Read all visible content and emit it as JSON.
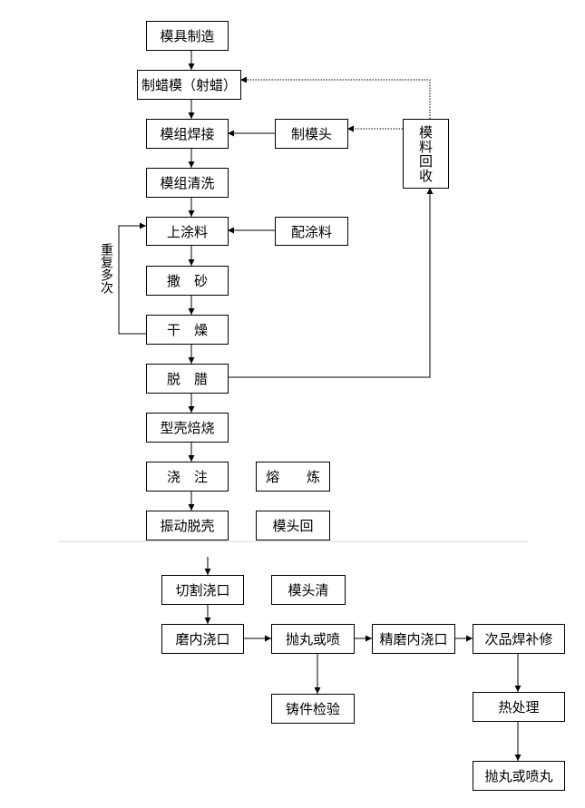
{
  "diagram": {
    "type": "process-flowchart",
    "colors": {
      "line": "#000000",
      "divider": "#d9d9d9",
      "box_border": "#000000",
      "background": "#ffffff"
    },
    "nodes": {
      "mold_making": "模具制造",
      "wax_pattern": "制蜡模（射蜡）",
      "cluster_welding": "模组焊接",
      "head_making": "制模头",
      "material_recycle": "模料回收",
      "cluster_cleaning": "模组清洗",
      "coating": "上涂料",
      "slurry_prep": "配涂料",
      "sanding": "撒　砂",
      "drying": "干　燥",
      "dewaxing": "脱　腊",
      "shell_firing": "型壳焙烧",
      "pouring": "浇　注",
      "melting": "熔　　炼",
      "shakeout": "振动脱壳",
      "head_return": "模头回",
      "gate_cutting": "切割浇口",
      "head_cleaning": "模头清",
      "inner_gate_grinding": "磨内浇口",
      "shot_blast_1": "抛丸或喷",
      "fine_gate_grinding": "精磨内浇口",
      "defect_repair": "次品焊补修",
      "casting_inspection": "铸件检验",
      "heat_treatment": "热处理",
      "shot_blast_2": "抛丸或喷丸"
    },
    "loop_label": "重复多次",
    "edges": [
      {
        "from": "模具制造",
        "to": "制蜡模（射蜡）",
        "style": "solid"
      },
      {
        "from": "制蜡模（射蜡）",
        "to": "模组焊接",
        "style": "solid"
      },
      {
        "from": "制模头",
        "to": "模组焊接",
        "style": "solid"
      },
      {
        "from": "模料回收",
        "to": "制模头",
        "style": "dotted"
      },
      {
        "from": "模料回收",
        "to": "制蜡模（射蜡）",
        "style": "dotted"
      },
      {
        "from": "模组焊接",
        "to": "模组清洗",
        "style": "solid"
      },
      {
        "from": "模组清洗",
        "to": "上涂料",
        "style": "solid"
      },
      {
        "from": "配涂料",
        "to": "上涂料",
        "style": "solid"
      },
      {
        "from": "上涂料",
        "to": "撒砂",
        "style": "solid"
      },
      {
        "from": "撒砂",
        "to": "干燥",
        "style": "solid"
      },
      {
        "from": "干燥",
        "to": "上涂料",
        "style": "solid",
        "label": "重复多次"
      },
      {
        "from": "干燥",
        "to": "脱腊",
        "style": "solid"
      },
      {
        "from": "脱腊",
        "to": "模料回收",
        "style": "solid"
      },
      {
        "from": "脱腊",
        "to": "型壳焙烧",
        "style": "solid"
      },
      {
        "from": "型壳焙烧",
        "to": "浇注",
        "style": "solid"
      },
      {
        "from": "浇注",
        "to": "振动脱壳",
        "style": "solid"
      },
      {
        "from": "振动脱壳",
        "to": "切割浇口",
        "style": "solid"
      },
      {
        "from": "切割浇口",
        "to": "磨内浇口",
        "style": "solid"
      },
      {
        "from": "磨内浇口",
        "to": "抛丸或喷",
        "style": "solid"
      },
      {
        "from": "抛丸或喷",
        "to": "精磨内浇口",
        "style": "solid"
      },
      {
        "from": "精磨内浇口",
        "to": "次品焊补修",
        "style": "solid"
      },
      {
        "from": "抛丸或喷",
        "to": "铸件检验",
        "style": "solid"
      },
      {
        "from": "次品焊补修",
        "to": "热处理",
        "style": "solid"
      },
      {
        "from": "热处理",
        "to": "抛丸或喷丸",
        "style": "solid"
      }
    ]
  }
}
